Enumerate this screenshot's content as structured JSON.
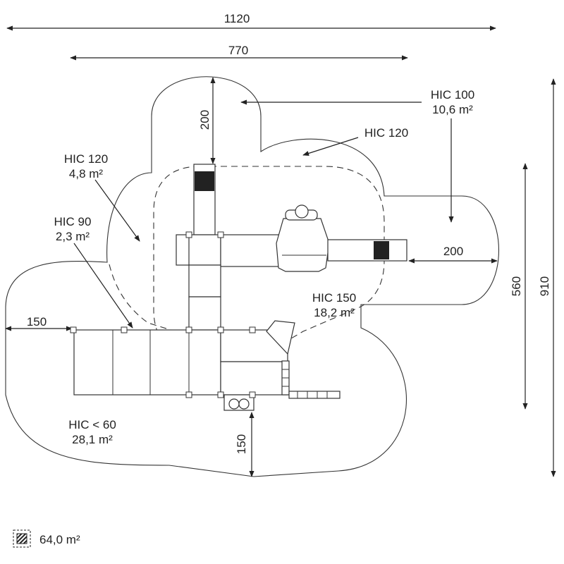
{
  "dimensions": {
    "overall_width": "1120",
    "inner_width": "770",
    "top_clearance": "200",
    "right_clearance": "200",
    "left_clearance": "150",
    "bottom_clearance": "150",
    "equipment_depth": "560",
    "overall_depth": "910"
  },
  "zones": {
    "hic100": {
      "label": "HIC 100",
      "area": "10,6 m²"
    },
    "hic120_right": {
      "label": "HIC 120"
    },
    "hic120_left": {
      "label": "HIC 120",
      "area": "4,8 m²"
    },
    "hic90": {
      "label": "HIC 90",
      "area": "2,3 m²"
    },
    "hic150": {
      "label": "HIC 150",
      "area": "18,2 m²"
    },
    "hic60": {
      "label": "HIC < 60",
      "area": "28,1 m²"
    }
  },
  "legend": {
    "icon": "hatched-area-icon",
    "total_area": "64,0 m²"
  }
}
